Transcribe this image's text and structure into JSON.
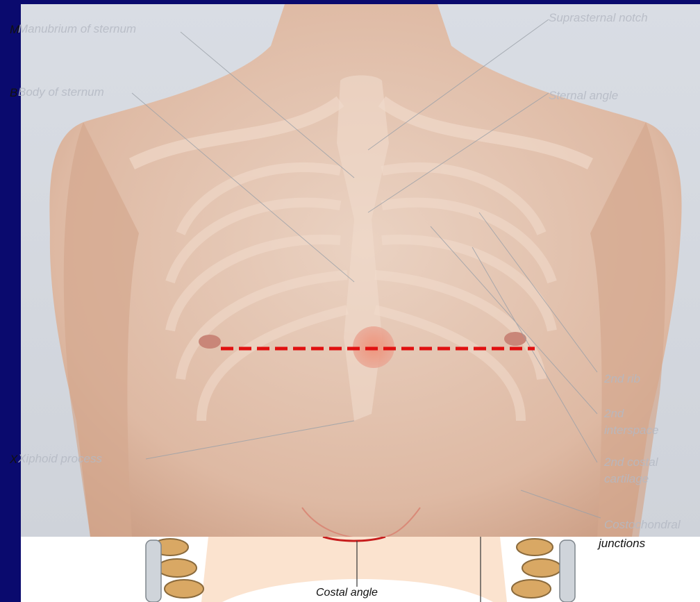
{
  "labels": {
    "manubrium": "Manubrium of sternum",
    "manubrium_edge": "M",
    "body": "Body of sternum",
    "body_edge": "B",
    "xiphoid": "Xiphoid process",
    "xiphoid_edge": "X",
    "suprasternal": "Suprasternal notch",
    "sternal_angle": "Sternal angle",
    "rib2": "2nd rib",
    "interspace_line1": "2nd",
    "interspace_line2": "interspace",
    "cartilage_line1": "2nd costal",
    "cartilage_line2": "cartilage",
    "costochondral_line1": "Costochondral",
    "costochondral_line2": "junctions",
    "costal_angle": "Costal angle"
  },
  "colors": {
    "background": "#0a0a6e",
    "marker_line": "#e01010",
    "skin": "#e6c8b4"
  }
}
